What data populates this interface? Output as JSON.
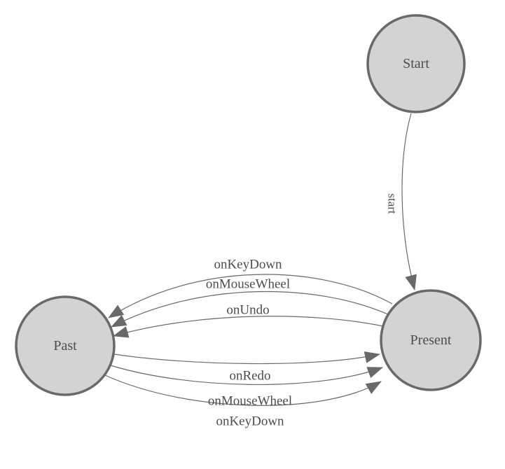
{
  "diagram": {
    "type": "state-machine",
    "background": "#ffffff",
    "palette": {
      "node_fill": "#d3d3d3",
      "node_stroke": "#696969",
      "edge_color": "#696969",
      "label_color": "#4d4d4d"
    },
    "nodes": [
      {
        "id": "start",
        "label": "Start"
      },
      {
        "id": "past",
        "label": "Past"
      },
      {
        "id": "present",
        "label": "Present"
      }
    ],
    "edges": [
      {
        "id": "start-to-present",
        "from": "Start",
        "to": "Present",
        "label": "start"
      },
      {
        "id": "present-to-past-onKeyDown",
        "from": "Present",
        "to": "Past",
        "label": "onKeyDown"
      },
      {
        "id": "present-to-past-onMouseWheel",
        "from": "Present",
        "to": "Past",
        "label": "onMouseWheel"
      },
      {
        "id": "present-to-past-onUndo",
        "from": "Present",
        "to": "Past",
        "label": "onUndo"
      },
      {
        "id": "past-to-present-onRedo",
        "from": "Past",
        "to": "Present",
        "label": "onRedo"
      },
      {
        "id": "past-to-present-onMouseWheel",
        "from": "Past",
        "to": "Present",
        "label": "onMouseWheel"
      },
      {
        "id": "past-to-present-onKeyDown",
        "from": "Past",
        "to": "Present",
        "label": "onKeyDown"
      }
    ]
  }
}
